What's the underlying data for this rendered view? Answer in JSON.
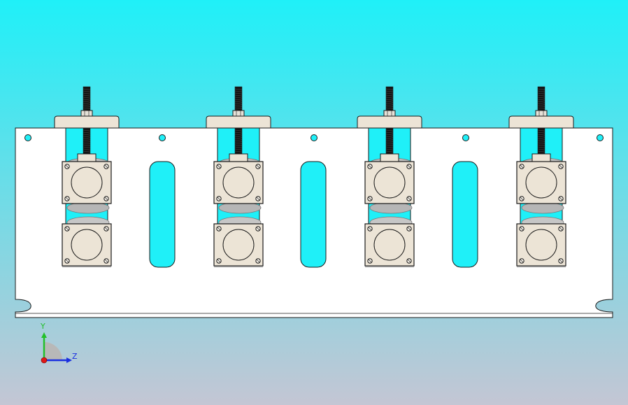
{
  "viewport": {
    "background_top_color": "#1ff0f8",
    "background_bottom_color": "#c4c6d4",
    "part_fill_color": "#ffffff",
    "component_fill_color": "#ece4d6",
    "outline_color": "#1a1a1a"
  },
  "model": {
    "assembly_count": 4,
    "rollers_per_assembly": 2,
    "slot_count": 3,
    "mount_hole_count": 5
  },
  "triad": {
    "y_label": "Y",
    "z_label": "Z",
    "y_axis_color": "#22c02a",
    "z_axis_color": "#1a2fe0",
    "x_origin_color": "#e01818"
  }
}
